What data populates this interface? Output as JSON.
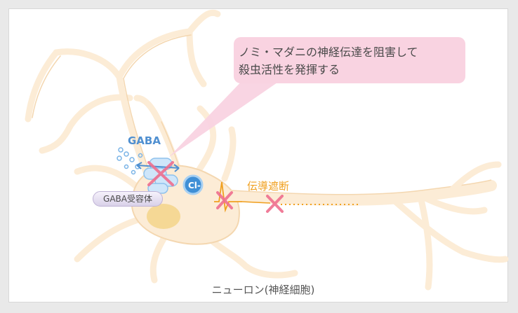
{
  "callout": {
    "line1": "ノミ・マダニの神経伝達を阻害して",
    "line2": "殺虫活性を発揮する"
  },
  "labels": {
    "gaba": "GABA",
    "receptor": "GABA受容体",
    "chloride_ion": "Cl-",
    "signal_block": "伝導遮断",
    "neuron": "ニューロン(神経細胞)"
  },
  "colors": {
    "neuron_fill": "#fcecd6",
    "neuron_stroke": "#f4d7b0",
    "nucleus": "#f3d58a",
    "callout_fill": "#f9d3e1",
    "gaba_blue": "#4f8fd0",
    "block_x": "#ef6f8e",
    "signal_orange": "#f0a020"
  }
}
